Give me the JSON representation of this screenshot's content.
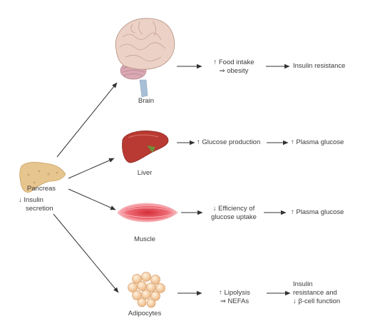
{
  "organs": {
    "pancreas": {
      "label": "Pancreas",
      "note_line1": "↓ Insulin",
      "note_line2": "secretion"
    },
    "brain": {
      "label": "Brain"
    },
    "liver": {
      "label": "Liver"
    },
    "muscle": {
      "label": "Muscle"
    },
    "adipocytes": {
      "label": "Adipocytes"
    }
  },
  "effects": {
    "brain": {
      "line1": "↑ Food intake",
      "line2": "⇒ obesity",
      "outcome": "Insulin resistance"
    },
    "liver": {
      "line1": "↑ Glucose production",
      "outcome": "↑ Plasma glucose"
    },
    "muscle": {
      "line1": "↓ Efficiency of",
      "line2": "glucose uptake",
      "outcome": "↑ Plasma glucose"
    },
    "adipocytes": {
      "line1": "↑ Lipolysis",
      "line2": "⇒ NEFAs",
      "outcome_line1": "Insulin",
      "outcome_line2": "resistance and",
      "outcome_line3": "↓ β-cell function"
    }
  },
  "colors": {
    "arrow": "#333333",
    "brain": "#e8c9c0",
    "liver": "#b83a32",
    "muscle": "#e04a55",
    "adipocyte": "#f3c89a",
    "pancreas": "#e7c58e"
  }
}
